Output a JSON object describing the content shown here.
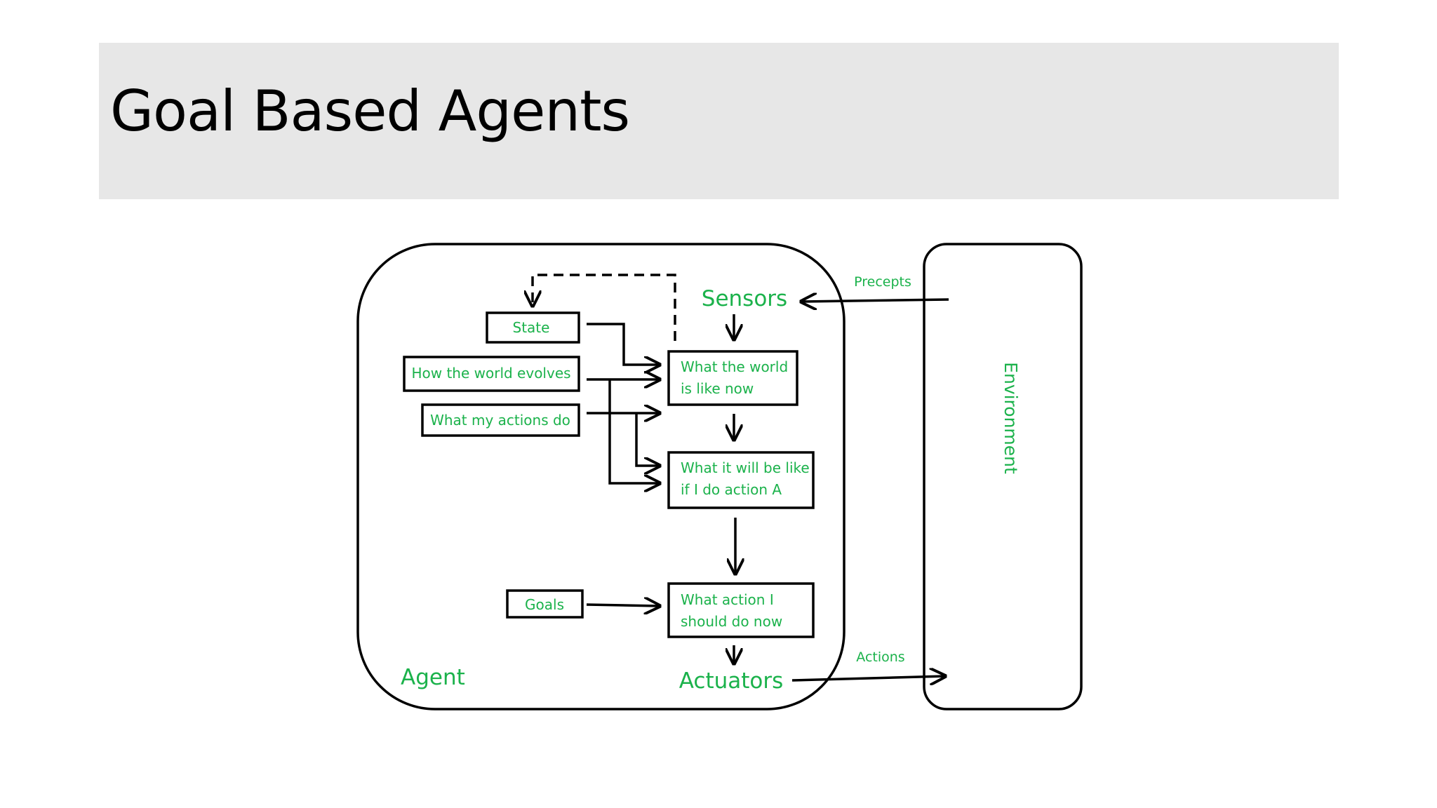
{
  "title": "Goal Based Agents",
  "colors": {
    "title_bar": "#e7e7e7",
    "label_green": "#1bb24b",
    "stroke": "#000000",
    "background": "#ffffff"
  },
  "diagram": {
    "agent": {
      "label": "Agent",
      "sensors": "Sensors",
      "actuators": "Actuators",
      "boxes": {
        "state": "State",
        "world_evolves": "How the world evolves",
        "actions_do": "What my actions do",
        "goals": "Goals",
        "world_now": [
          "What the world",
          "is like now"
        ],
        "will_be_like": [
          "What it will be like",
          "if I do action A"
        ],
        "action_now": [
          "What action I",
          "should do now"
        ]
      }
    },
    "environment": {
      "label": "Environment"
    },
    "arrows": {
      "percepts": "Precepts",
      "actions": "Actions"
    }
  }
}
